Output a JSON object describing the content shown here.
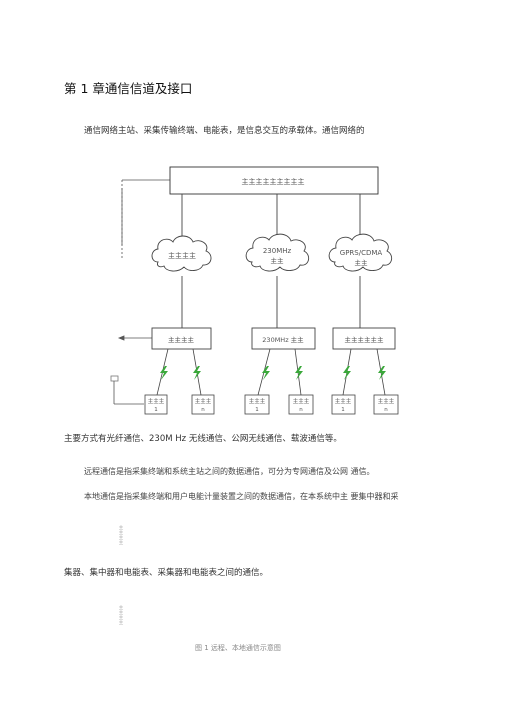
{
  "document": {
    "heading": "第 1 章通信信道及接口",
    "intro": "通信网络主站、采集传输终端、电能表，是信息交互的承载体。通信网络的",
    "para_main": "主要方式有光纤通信、230M Hz 无线通信、公网无线通信、载波通信等。",
    "para_remote": "远程通信是指采集终端和系统主站之间的数据通信，可分为专网通信及公网  通信。",
    "para_local": "本地通信是指采集终端和用户电能计量装置之间的数据通信，在本系统中主  要集中器和采",
    "para_local_cont": "集器、集中器和电能表、采集器和电能表之间的通信。",
    "figure_caption": "图 1          远程、本地通信示意图",
    "margin_note_1": "主主主主",
    "margin_note_2": "主主主主"
  },
  "diagram": {
    "master_station": "主主主主主主主主主",
    "cloud_left": "主主主主",
    "cloud_mid_line1": "230MHz",
    "cloud_mid_line2": "主主",
    "cloud_right_line1": "GPRS/CDMA",
    "cloud_right_line2": "主主",
    "switch_left": "主主主主",
    "switch_mid": "230MHz  主主",
    "switch_right": "主主主主主主",
    "terminal_label": "主主主",
    "terminal_1": "1",
    "terminal_n": "n",
    "lightning_color": "#3aa83a"
  }
}
